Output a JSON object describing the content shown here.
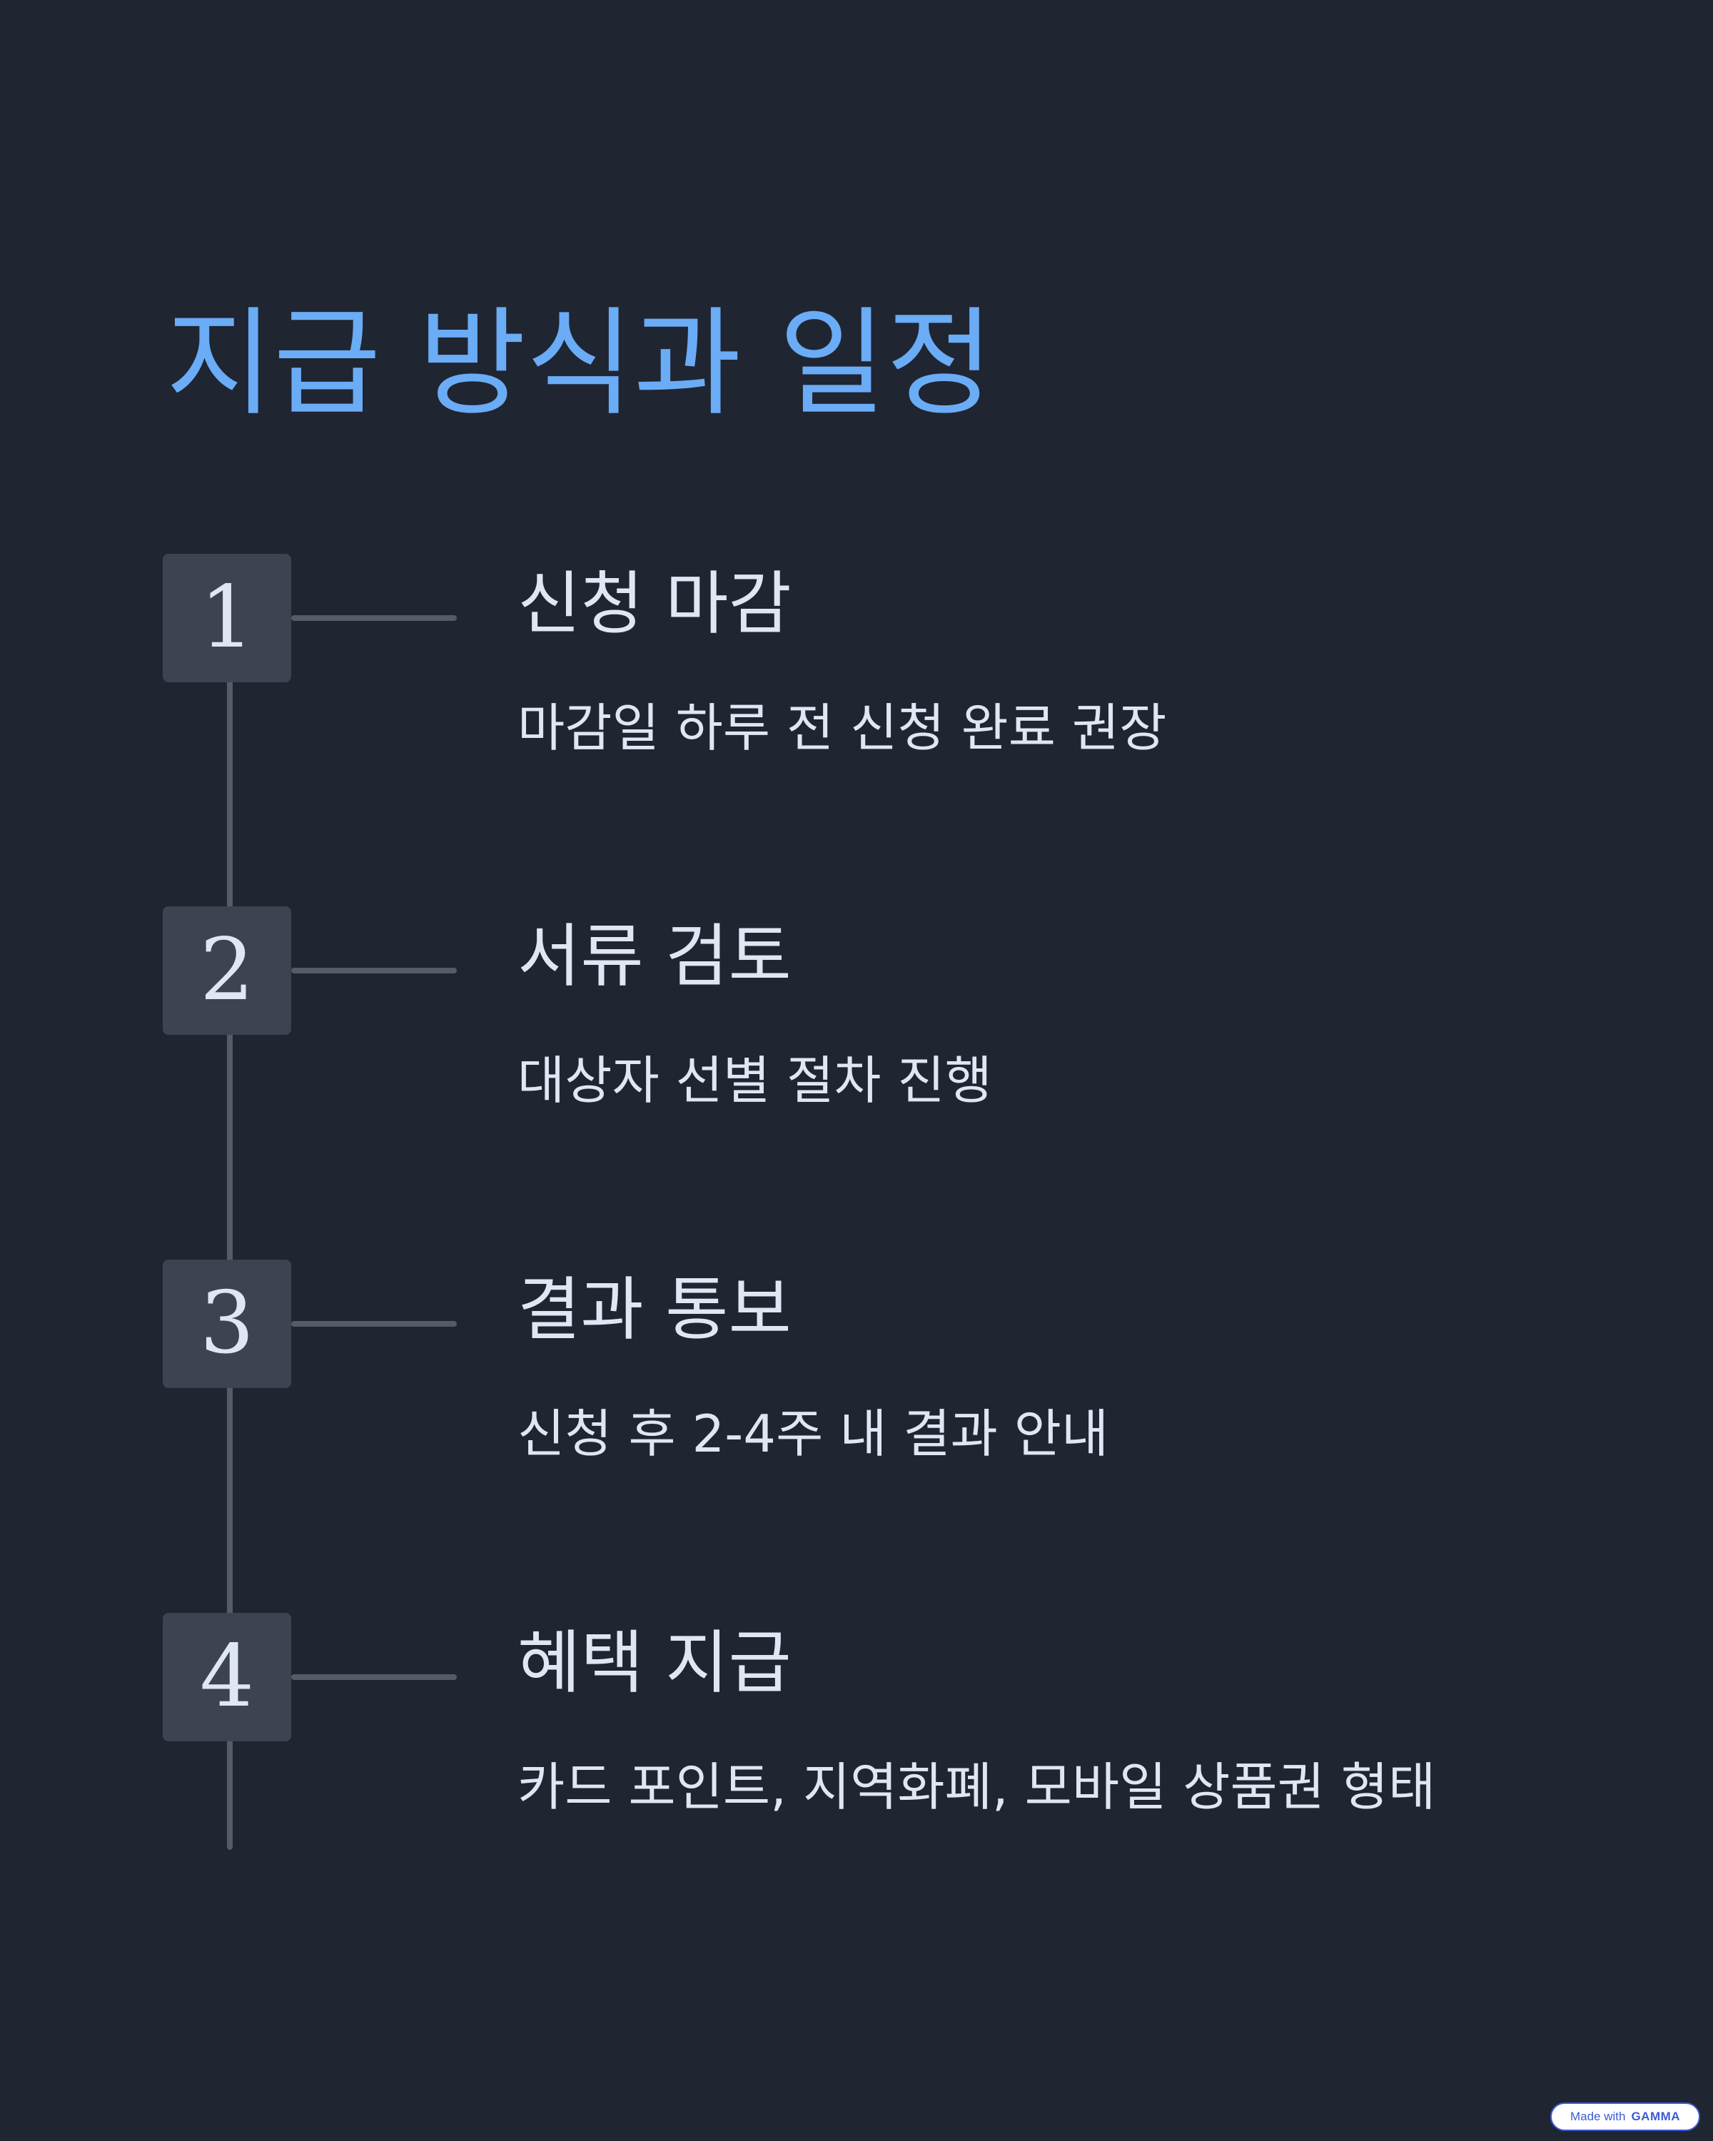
{
  "title": "지급 방식과 일정",
  "steps": [
    {
      "number": "1",
      "heading": "신청 마감",
      "description": "마감일 하루 전 신청 완료 권장"
    },
    {
      "number": "2",
      "heading": "서류 검토",
      "description": "대상자 선별 절차 진행"
    },
    {
      "number": "3",
      "heading": "결과 통보",
      "description": "신청 후 2-4주 내 결과 안내"
    },
    {
      "number": "4",
      "heading": "혜택 지급",
      "description": "카드 포인트, 지역화폐, 모바일 상품권 형태"
    }
  ],
  "badge": {
    "made_with": "Made with",
    "brand": "GAMMA"
  },
  "colors": {
    "background": "#202532",
    "title": "#6aacf5",
    "text": "#dfe7f4",
    "step_box": "#3d4350",
    "line": "#555b68"
  }
}
